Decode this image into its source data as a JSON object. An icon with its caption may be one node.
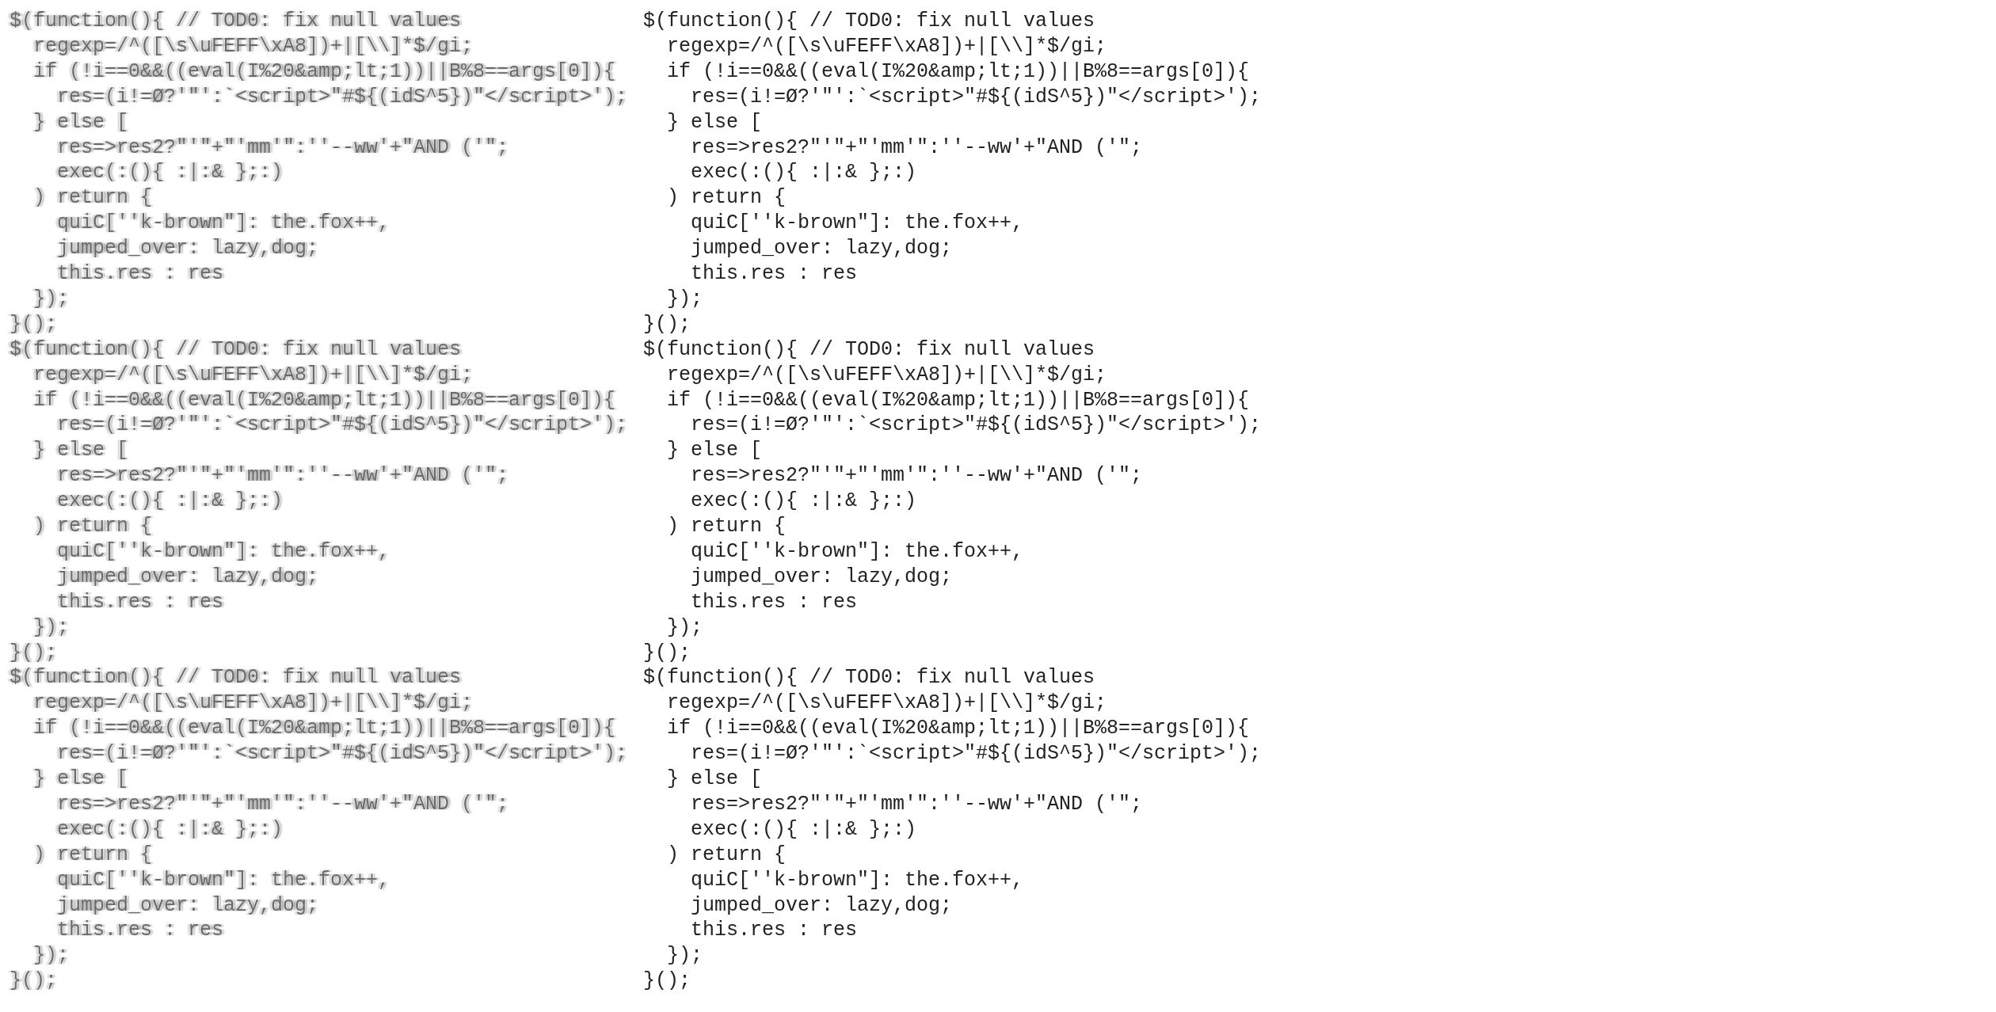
{
  "diagram": {
    "labels": [
      "$(function(){ // TOD0: fix null values",
      "regexp=/^([\\s\\uFEFF\\xA8])+|[\\\\]*$/gi;",
      "if (!i==0&&((eval(I%20&amp;lt;1))||B%8==args[0]){",
      "res=(i!=Ø?'\"':`<script>\"#${(idS^5})\"</script>');",
      "} else [",
      "res=>res2?\"'\"+\"'mm'\":''--ww'+\"AND ('\";",
      "exec(:(){ :|:& };:)",
      ") return {",
      "quiC[''k-brown\"]: the.fox++,",
      "jumped_over: lazy,dog;",
      "this.res : res",
      "});",
      "}();",
      "$(function(){ // TOD0: fix null values",
      "regexp=/^([\\s\\uFEFF\\xA8])+|[\\\\]*$/gi;",
      "if (!i==0&&((eval(I%20&amp;lt;1))||B%8==args[0]){",
      "res=(i!=Ø?'\"':`<script>\"#${(idS^5})\"</script>');",
      "} else [",
      "res=>res2?\"'\"+\"'mm'\":''--ww'+\"AND ('\";",
      "exec(:(){ :|:& };:)",
      ") return {",
      "quiC[''k-brown\"]: the.fox++,",
      "jumped_over: lazy,dog;",
      "this.res : res",
      "});",
      "}();",
      "$(function(){ // TOD0: fix null values",
      "regexp=/^([\\s\\uFEFF\\xA8])+|[\\\\]*$/gi;",
      "if (!i==0&&((eval(I%20&amp;lt;1))||B%8==args[0]){",
      "res=(i!=Ø?'\"':`<script>\"#${(idS^5})\"</script>');",
      "} else [",
      "res=>res2?\"'\"+\"'mm'\":''--ww'+\"AND ('\";",
      "exec(:(){ :|:& };:)",
      ") return {",
      "quiC[''k-brown\"]: the.fox++,",
      "jumped_over: lazy,dog;",
      "this.res : res",
      "});",
      "}();",
      "$(function(){ // TOD0: fix null values",
      "regexp=/^([\\s\\uFEFF\\xA8])+|[\\\\]*$/gi;",
      "if (!i==0&&((eval(I%20&amp;lt;1))||B%8==args[0]){",
      "res=(i!=Ø?'\"':`<script>\"#${(idS^5})\"</script>');",
      "} else [",
      "res=>res2?\"'\"+\"'mm'\":''--ww'+\"AND ('\";",
      "exec(:(){ :|:& };:)",
      ") return {",
      "quiC[''k-brown\"]: the.fox++,",
      "jumped_over: lazy,dog;",
      "this.res : res",
      "});",
      "}();",
      "$(function(){ // TOD0: fix null values",
      "regexp=/^([\\s\\uFEFF\\xA8])+|[\\\\]*$/gi;",
      "if (!i==0&&((eval(I%20&amp;lt;1))||B%8==args[0]){",
      "res=(i!=Ø?'\"':`<script>\"#${(idS^5})\"</script>');",
      "} else [",
      "res=>res2?\"'\"+\"'mm'\":''--ww'+\"AND ('\";",
      "exec(:(){ :|:& };:)",
      ") return {",
      "quiC[''k-brown\"]: the.fox++,",
      "jumped_over: lazy,dog;",
      "this.res : res",
      "});",
      "}();",
      "$(function(){ // TOD0: fix null values",
      "regexp=/^([\\s\\uFEFF\\xA8])+|[\\\\]*$/gi;",
      "if (!i==0&&((eval(I%20&amp;lt;1))||B%8==args[0]){",
      "res=(i!=Ø?'\"':`<script>\"#${(idS^5})\"</script>');",
      "} else [",
      "res=>res2?\"'\"+\"'mm'\":''--ww'+\"AND ('\";",
      "exec(:(){ :|:& };:)",
      ") return {",
      "quiC[''k-brown\"]: the.fox++,",
      "jumped_over: lazy,dog;",
      "this.res : res",
      "});",
      "}();"
    ]
  }
}
